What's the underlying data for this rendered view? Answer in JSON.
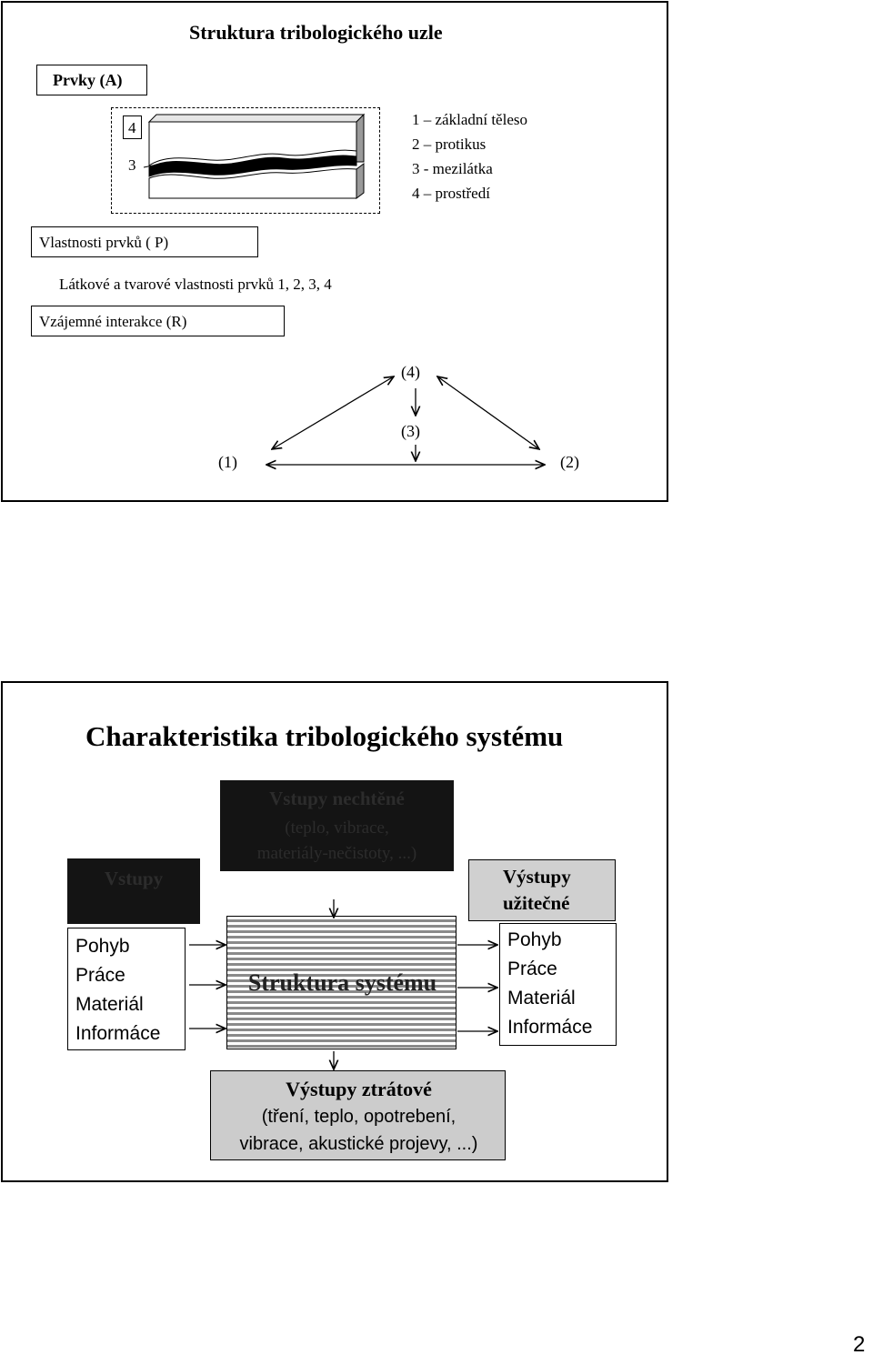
{
  "slide1": {
    "title": "Struktura tribologického uzle",
    "prvky_label": "Prvky (A)",
    "element_numbers": [
      "4",
      "3",
      "2",
      "1"
    ],
    "legend": [
      "1 – základní těleso",
      "2 – protikus",
      "3 - mezilátka",
      "4 – prostředí"
    ],
    "vlastnosti_label": "Vlastnosti prvků ( P)",
    "vlastnosti_text": "Látkové a tvarové vlastnosti prvků 1, 2, 3, 4",
    "interakce_label": "Vzájemné interakce (R)",
    "nodes": {
      "n4": "(4)",
      "n3": "(3)",
      "n1": "(1)",
      "n2": "(2)"
    }
  },
  "slide2": {
    "title": "Charakteristika tribologického systému",
    "unwanted_inputs": {
      "title": "Vstupy nechtěné",
      "line1": "(teplo, vibrace,",
      "line2": "materiály-nečistoty, ...)"
    },
    "inputs_label": "Vstupy",
    "inputs_items": [
      "Pohyb",
      "Práce",
      "Materiál",
      "Informáce"
    ],
    "system_label": "Struktura systému",
    "useful_outputs": {
      "line1": "Výstupy",
      "line2": "užitečné"
    },
    "outputs_items": [
      "Pohyb",
      "Práce",
      "Materiál",
      "Informáce"
    ],
    "loss_outputs": {
      "title": "Výstupy ztrátové",
      "line1": "(tření, teplo, opotrebení,",
      "line2": "vibrace, akustické projevy, ...)"
    }
  },
  "page_number": "2"
}
